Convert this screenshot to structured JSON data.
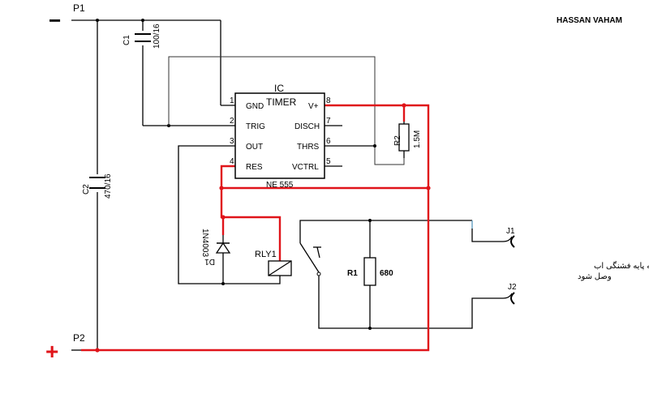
{
  "author": "HASSAN VAHAM",
  "terminals": {
    "p1_label": "P1",
    "p1_sign": "−",
    "p2_label": "P2",
    "p2_sign": "+",
    "j1_label": "J1",
    "j2_label": "J2"
  },
  "ic": {
    "title_line1": "IC",
    "title_line2": "TIMER",
    "part": "NE 555",
    "pins": [
      {
        "num": "1",
        "name": "GND"
      },
      {
        "num": "2",
        "name": "TRIG"
      },
      {
        "num": "3",
        "name": "OUT"
      },
      {
        "num": "4",
        "name": "RES"
      },
      {
        "num": "8",
        "name": "V+"
      },
      {
        "num": "7",
        "name": "DISCH"
      },
      {
        "num": "6",
        "name": "THRS"
      },
      {
        "num": "5",
        "name": "VCTRL"
      }
    ]
  },
  "components": {
    "c1_ref": "C1",
    "c1_value": "100/16",
    "c2_ref": "C2",
    "c2_value": "470/16",
    "r2_ref": "R2",
    "r2_value": "1.5M",
    "d1_ref": "D1",
    "d1_value": "1N4003",
    "rly_ref": "RLY1",
    "r1_ref": "R1",
    "r1_value": "680"
  },
  "note": {
    "line1": "به صورت سری به پایه فشنگی اب",
    "line2": "وصل شود"
  },
  "colors": {
    "supply_wire": "#e0141a",
    "wire": "#000000"
  }
}
